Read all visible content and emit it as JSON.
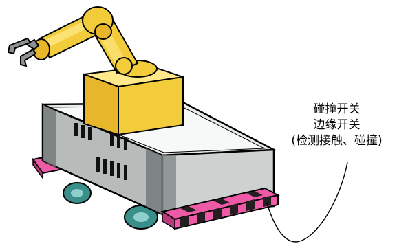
{
  "callout": {
    "line1": "碰撞开关",
    "line2": "边缘开关",
    "line3": "(检测接触、碰撞)"
  },
  "colors": {
    "arm_yellow": "#f3cc3c",
    "arm_highlight": "#ffe98a",
    "body_gray": "#b7bcba",
    "body_light": "#d7dbd9",
    "body_dark": "#6c7371",
    "bumper_pink": "#ee5aa6",
    "bumper_stripe": "#231f20",
    "wheel_teal": "#3a8f8a",
    "gripper_gray": "#8d9192",
    "outline": "#000000"
  },
  "icons": [
    "robot-arm-icon",
    "gripper-icon",
    "mobile-base-icon",
    "bumper-switch-icon",
    "wheel-icon"
  ]
}
